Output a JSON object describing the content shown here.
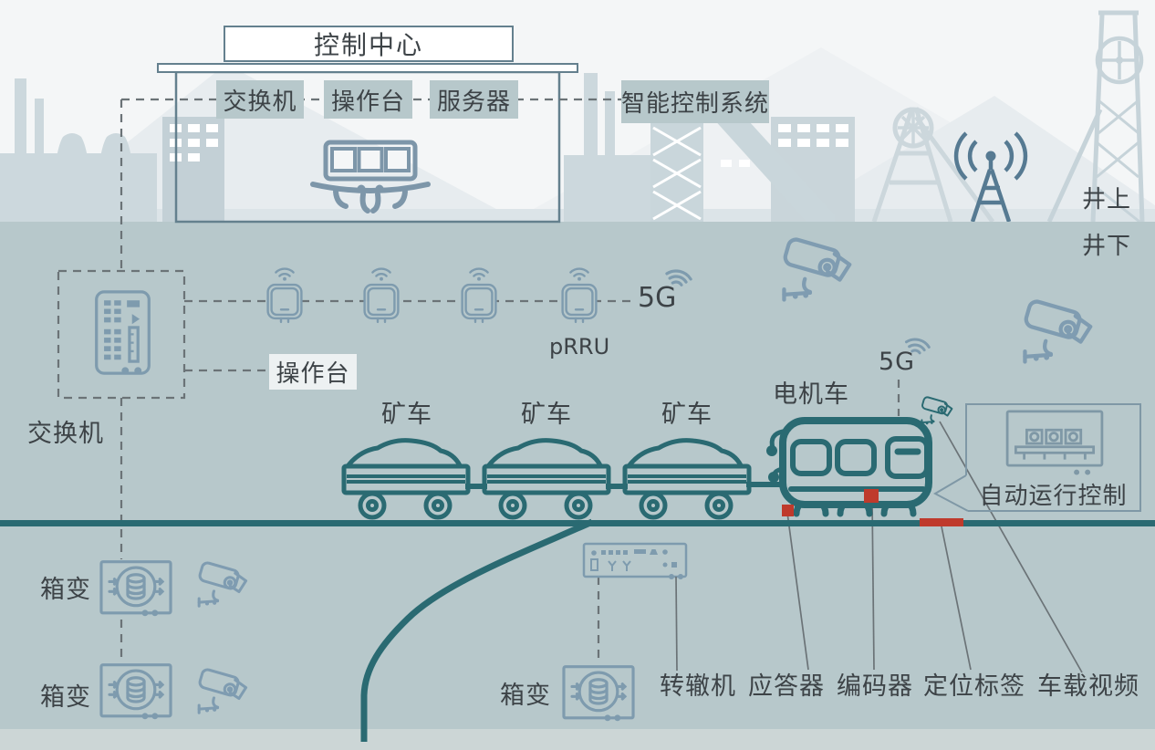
{
  "surface": {
    "control_center_label": "控制中心",
    "room_devices": [
      {
        "label": "交换机"
      },
      {
        "label": "操作台"
      },
      {
        "label": "服务器"
      }
    ],
    "intelligent_system_label": "智能控制系统",
    "zone_above_label": "井上",
    "zone_below_label": "井下"
  },
  "underground": {
    "switch_label": "交换机",
    "console_label": "操作台",
    "prru_label": "pRRU",
    "g5_trackside_label": "5G",
    "g5_train_label": "5G",
    "cart_labels": [
      "矿车",
      "矿车",
      "矿车"
    ],
    "locomotive_label": "电机车",
    "auto_control_label": "自动运行控制",
    "transformer_labels": [
      "箱变",
      "箱变",
      "箱变"
    ],
    "trackside_device_labels": [
      "转辙机",
      "应答器",
      "编码器",
      "定位标签",
      "车载视频"
    ]
  },
  "colors": {
    "surface_background": "#f4f6f7",
    "underground_background": "#b7c8cb",
    "rail_teal": "#2a6a72",
    "device_blue": "#7e9bae",
    "marker_red": "#bf3a2c",
    "text_dark": "#3d4347"
  }
}
